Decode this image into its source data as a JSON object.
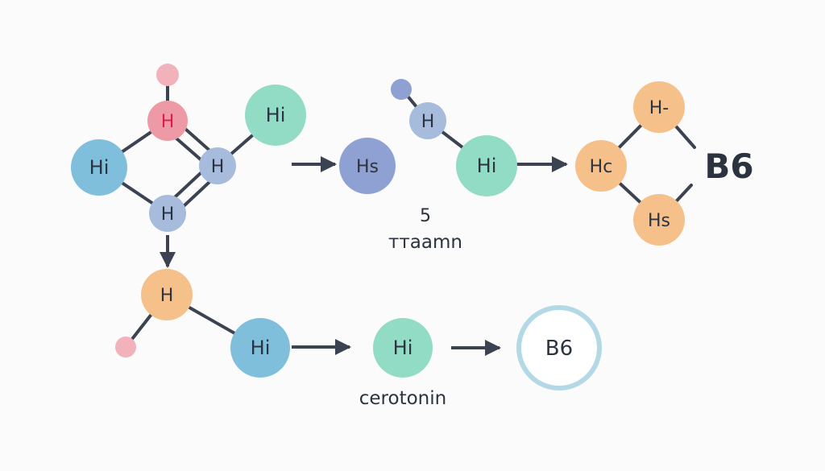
{
  "colors": {
    "background": "#fbfbfb",
    "bond": "#3b4251",
    "node_pink": "#ee9aa6",
    "node_pink_light": "#f2b2bb",
    "node_pink_text": "#d81e4a",
    "node_blue": "#7fbfdc",
    "node_teal": "#92dcc6",
    "node_lavender": "#a7bbdc",
    "node_indigo": "#8ea1d2",
    "node_orange": "#f6c08b",
    "ring_outline": "#b3d8e6",
    "text": "#2c3340"
  },
  "nodes": {
    "top_h": "H",
    "left_hi": "Hi",
    "center_h": "H",
    "lower_h": "H",
    "top_teal_hi": "Hi",
    "hs_node": "Hѕ",
    "small_blue_h": "H",
    "mid_teal_hi": "Hi",
    "hc_node": "Hс",
    "top_orange": "H-",
    "bottom_orange": "Hѕ",
    "orange_h": "H",
    "blue_hi": "Hi",
    "teal_hi": "Hi",
    "ring_b6": "B6"
  },
  "labels": {
    "b6_bold": "B6",
    "number": "5",
    "word": "ттааmn",
    "cerotonin": "cerotonin"
  }
}
